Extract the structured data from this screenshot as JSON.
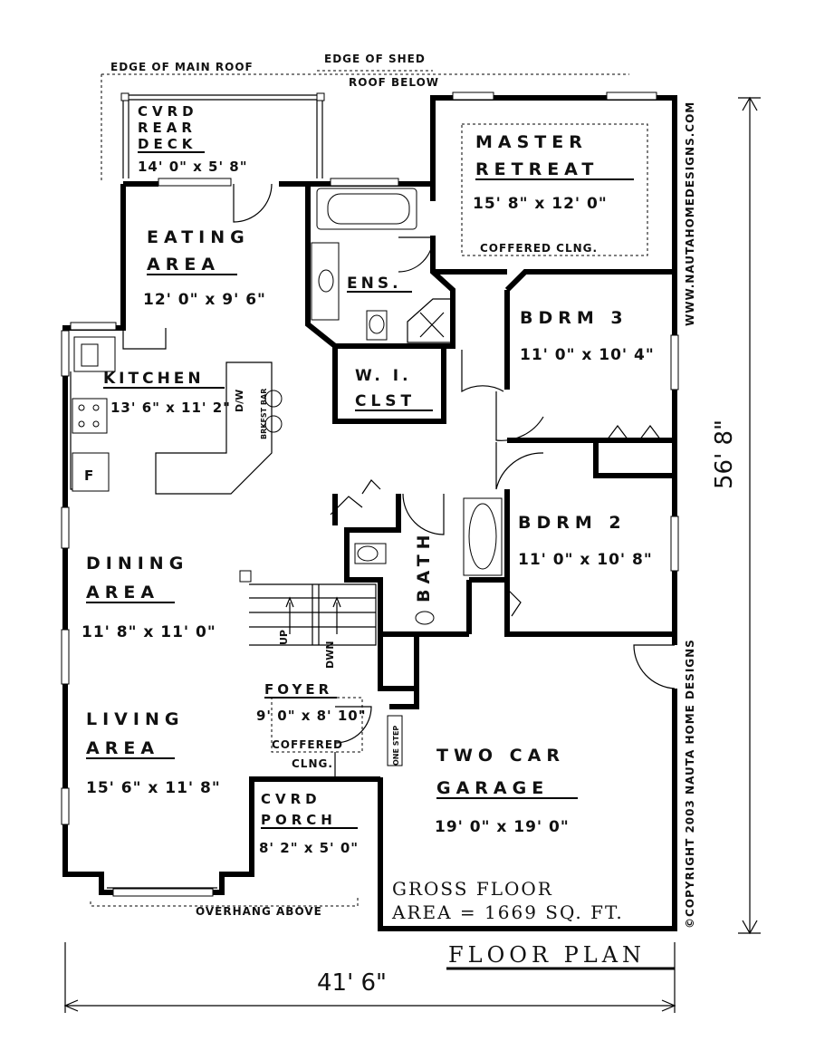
{
  "notes": {
    "edge_main_roof": "EDGE OF MAIN ROOF",
    "edge_shed": "EDGE OF SHED",
    "roof_below": "ROOF BELOW",
    "overhang_above": "OVERHANG ABOVE",
    "website": "WWW.NAUTAHOMEDESIGNS.COM",
    "copyright": "©COPYRIGHT 2003 NAUTA HOME DESIGNS",
    "coffered_master": "COFFERED CLNG.",
    "coffered_foyer_1": "COFFERED",
    "coffered_foyer_2": "CLNG.",
    "dw": "D/W",
    "brkfst_bar": "BRKFST BAR",
    "fridge": "F",
    "stair_up": "UP",
    "stair_dwn": "DWN",
    "one_step": "ONE STEP"
  },
  "rooms": {
    "rear_deck": {
      "name_1": "CVRD",
      "name_2": "REAR",
      "name_3": "DECK",
      "size": "14' 0\" x 5' 8\""
    },
    "eating": {
      "name_1": "EATING",
      "name_2": "AREA",
      "size": "12' 0\" x 9' 6\""
    },
    "kitchen": {
      "name": "KITCHEN",
      "size": "13' 6\" x 11' 2\""
    },
    "master": {
      "name_1": "MASTER",
      "name_2": "RETREAT",
      "size": "15' 8\" x 12' 0\""
    },
    "ensuite": {
      "name": "ENS."
    },
    "wic": {
      "name_1": "W. I.",
      "name_2": "CLST"
    },
    "bdrm3": {
      "name": "BDRM 3",
      "size": "11' 0\" x 10' 4\""
    },
    "bdrm2": {
      "name": "BDRM 2",
      "size": "11' 0\" x 10' 8\""
    },
    "bath": {
      "name": "BATH"
    },
    "dining": {
      "name_1": "DINING",
      "name_2": "AREA",
      "size": "11' 8\" x 11' 0\""
    },
    "living": {
      "name_1": "LIVING",
      "name_2": "AREA",
      "size": "15' 6\" x 11' 8\""
    },
    "foyer": {
      "name": "FOYER",
      "size": "9' 0\" x 8' 10\""
    },
    "porch": {
      "name_1": "CVRD",
      "name_2": "PORCH",
      "size": "8' 2\" x 5' 0\""
    },
    "garage": {
      "name_1": "TWO CAR",
      "name_2": "GARAGE",
      "size": "19' 0\" x 19' 0\""
    }
  },
  "summary": {
    "gross_1": "GROSS FLOOR",
    "gross_2": "AREA = 1669 SQ. FT.",
    "title": "FLOOR PLAN"
  },
  "dimensions": {
    "width": "41' 6\"",
    "depth": "56' 8\""
  }
}
